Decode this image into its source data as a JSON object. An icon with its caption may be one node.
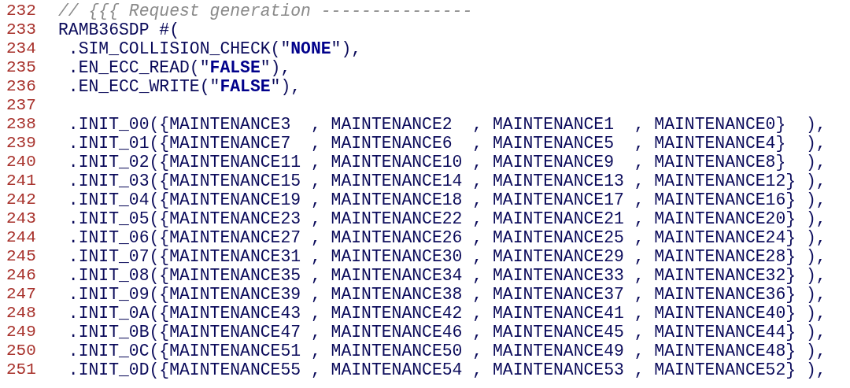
{
  "diagram": {
    "labels": [
      "232",
      "// {{{ Request generation ---------------",
      "233",
      "RAMB36SDP #(",
      "234",
      " .SIM_COLLISION_CHECK(\"**NONE**\"),",
      "235",
      " .EN_ECC_READ(\"**FALSE**\"),",
      "236",
      " .EN_ECC_WRITE(\"**FALSE**\"),",
      "237",
      "238",
      " .INIT_00({MAINTENANCE3  , MAINTENANCE2  , MAINTENANCE1  , MAINTENANCE0}  ),",
      "239",
      " .INIT_01({MAINTENANCE7  , MAINTENANCE6  , MAINTENANCE5  , MAINTENANCE4}  ),",
      "240",
      " .INIT_02({MAINTENANCE11 , MAINTENANCE10 , MAINTENANCE9  , MAINTENANCE8}  ),",
      "241",
      " .INIT_03({MAINTENANCE15 , MAINTENANCE14 , MAINTENANCE13 , MAINTENANCE12} ),",
      "242",
      " .INIT_04({MAINTENANCE19 , MAINTENANCE18 , MAINTENANCE17 , MAINTENANCE16} ),",
      "243",
      " .INIT_05({MAINTENANCE23 , MAINTENANCE22 , MAINTENANCE21 , MAINTENANCE20} ),",
      "244",
      " .INIT_06({MAINTENANCE27 , MAINTENANCE26 , MAINTENANCE25 , MAINTENANCE24} ),",
      "245",
      " .INIT_07({MAINTENANCE31 , MAINTENANCE30 , MAINTENANCE29 , MAINTENANCE28} ),",
      "246",
      " .INIT_08({MAINTENANCE35 , MAINTENANCE34 , MAINTENANCE33 , MAINTENANCE32} ),",
      "247",
      " .INIT_09({MAINTENANCE39 , MAINTENANCE38 , MAINTENANCE37 , MAINTENANCE36} ),",
      "248",
      " .INIT_0A({MAINTENANCE43 , MAINTENANCE42 , MAINTENANCE41 , MAINTENANCE40} ),",
      "249",
      " .INIT_0B({MAINTENANCE47 , MAINTENANCE46 , MAINTENANCE45 , MAINTENANCE44} ),",
      "250",
      " .INIT_0C({MAINTENANCE51 , MAINTENANCE50 , MAINTENANCE49 , MAINTENANCE48} ),",
      "251",
      " .INIT_0D({MAINTENANCE55 , MAINTENANCE54 , MAINTENANCE53 , MAINTENANCE52} ),"
    ]
  }
}
